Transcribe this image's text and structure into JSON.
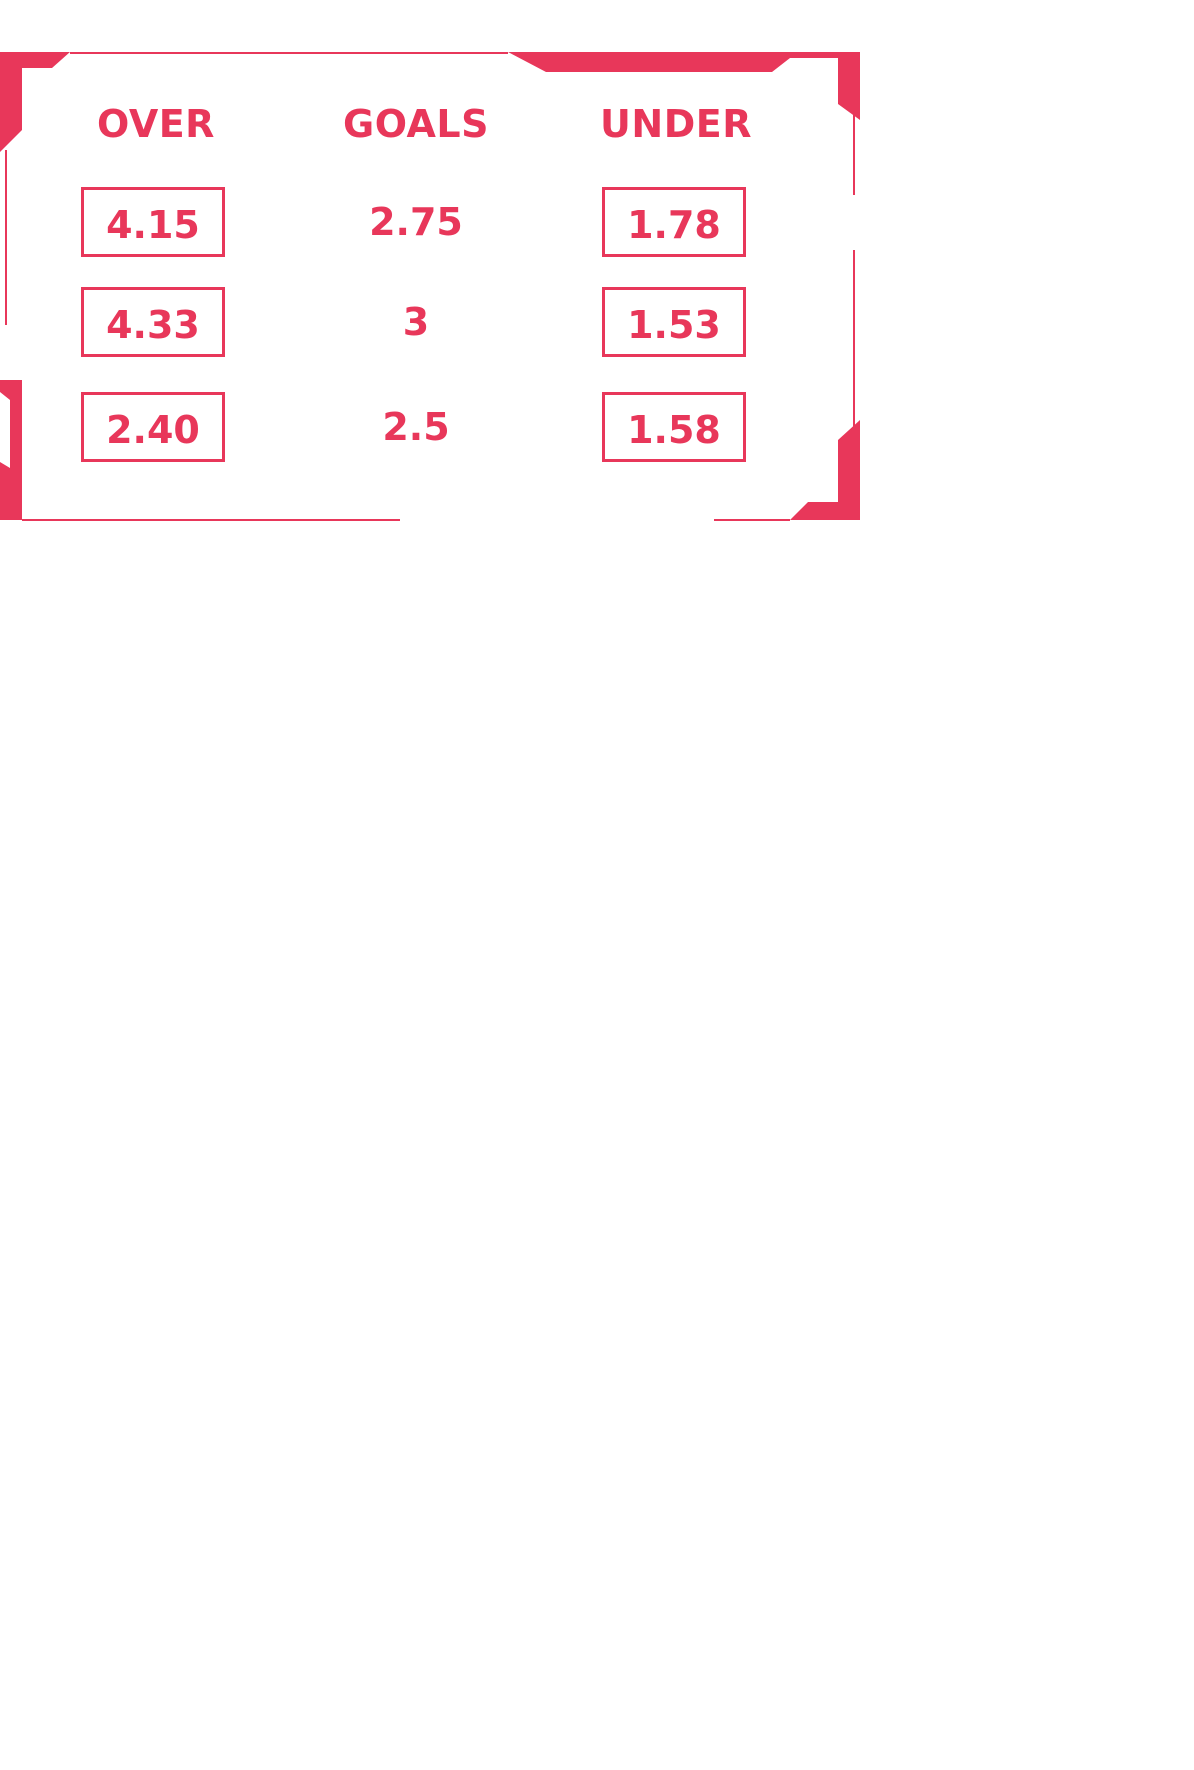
{
  "colors": {
    "accent": "#e8375a",
    "background": "#ffffff"
  },
  "headers": {
    "over": "OVER",
    "goals": "GOALS",
    "under": "UNDER"
  },
  "rows": [
    {
      "over": "4.15",
      "goals": "2.75",
      "under": "1.78"
    },
    {
      "over": "4.33",
      "goals": "3",
      "under": "1.53"
    },
    {
      "over": "2.40",
      "goals": "2.5",
      "under": "1.58"
    }
  ]
}
